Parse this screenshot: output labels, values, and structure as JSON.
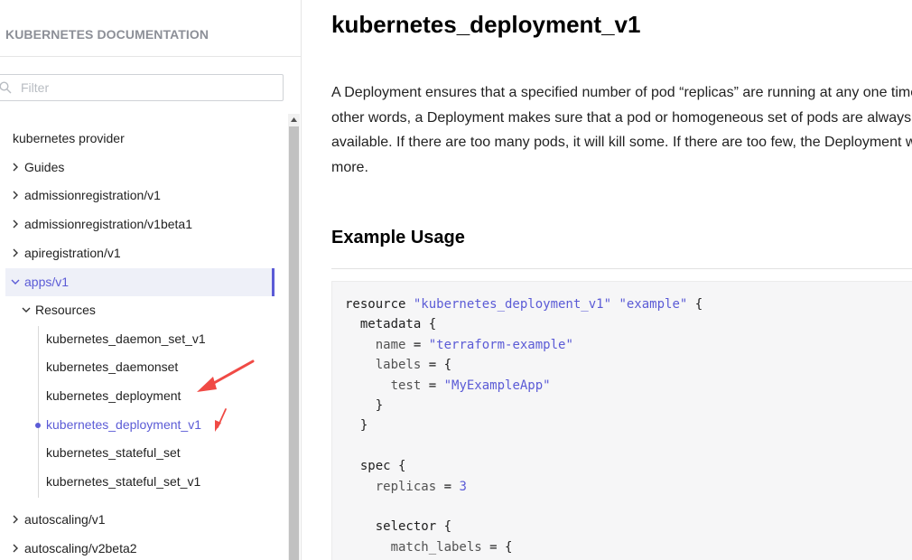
{
  "sidebar": {
    "title": "KUBERNETES DOCUMENTATION",
    "filter_placeholder": "Filter",
    "provider_label": "kubernetes provider",
    "items": [
      {
        "label": "Guides"
      },
      {
        "label": "admissionregistration/v1"
      },
      {
        "label": "admissionregistration/v1beta1"
      },
      {
        "label": "apiregistration/v1"
      },
      {
        "label": "apps/v1"
      },
      {
        "label": "Resources"
      },
      {
        "label": "autoscaling/v1"
      },
      {
        "label": "autoscaling/v2beta2"
      }
    ],
    "resources": [
      {
        "label": "kubernetes_daemon_set_v1"
      },
      {
        "label": "kubernetes_daemonset"
      },
      {
        "label": "kubernetes_deployment"
      },
      {
        "label": "kubernetes_deployment_v1"
      },
      {
        "label": "kubernetes_stateful_set"
      },
      {
        "label": "kubernetes_stateful_set_v1"
      }
    ]
  },
  "main": {
    "title": "kubernetes_deployment_v1",
    "description": "A Deployment ensures that a specified number of pod “replicas” are running at any one time. In other words, a Deployment makes sure that a pod or homogeneous set of pods are always up and available. If there are too many pods, it will kill some. If there are too few, the Deployment will start more.",
    "example_heading": "Example Usage",
    "code": {
      "l1_kw": "resource ",
      "l1_s1": "\"kubernetes_deployment_v1\"",
      "l1_s2": "\"example\"",
      "l1_end": " {",
      "l2": "  metadata {",
      "l3_attr": "    name",
      "l3_eq": " = ",
      "l3_val": "\"terraform-example\"",
      "l4_attr": "    labels",
      "l4_rest": " = {",
      "l5_attr": "      test",
      "l5_eq": " = ",
      "l5_val": "\"MyExampleApp\"",
      "l6": "    }",
      "l7": "  }",
      "l9": "  spec {",
      "l10_attr": "    replicas",
      "l10_eq": " = ",
      "l10_val": "3",
      "l12": "    selector {",
      "l13_attr": "      match_labels",
      "l13_rest": " = {"
    }
  },
  "colors": {
    "accent": "#5b5bd6",
    "annotation_arrow": "#f04a45"
  }
}
